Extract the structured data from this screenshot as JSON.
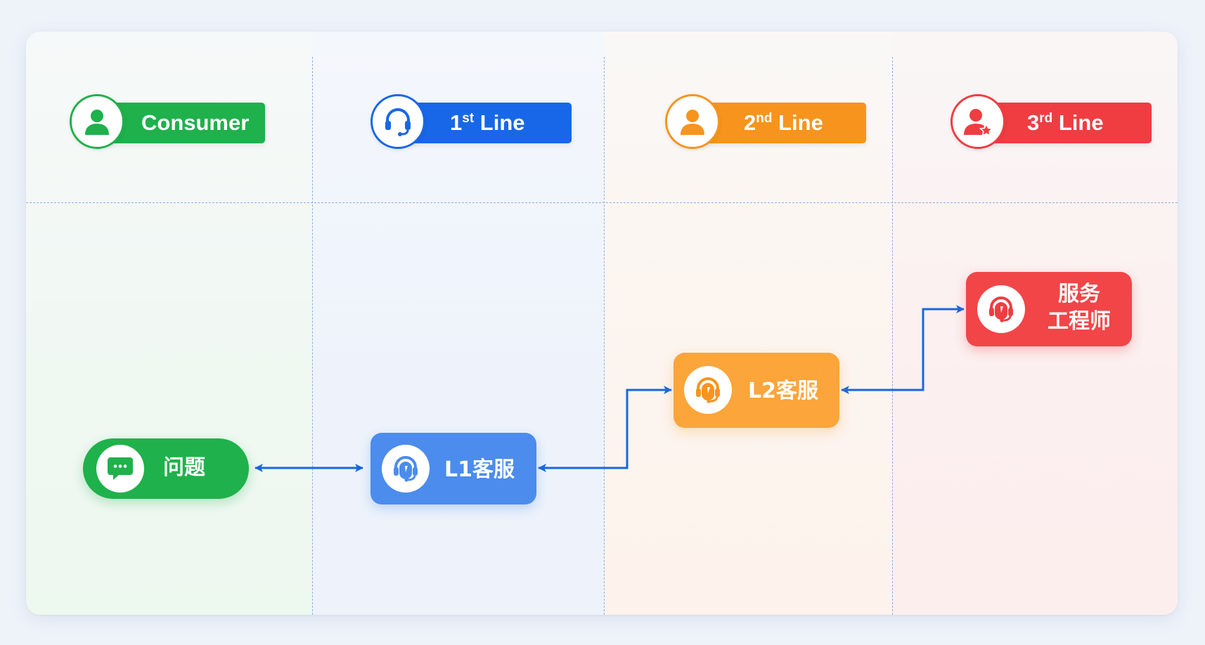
{
  "colors": {
    "consumer": "#1fb14b",
    "line1": "#1767e8",
    "line2": "#f7941d",
    "line3": "#ef3d42",
    "l1_node": "#4b8ced",
    "l2_node": "#fba53b",
    "l3_node": "#f24548",
    "connector": "#1767e0",
    "grid": "#8db2df"
  },
  "lanes": [
    {
      "id": "consumer",
      "label_main": "Consumer",
      "label_sup": "",
      "icon": "user-icon"
    },
    {
      "id": "line1",
      "label_main": "1",
      "label_sup": "st",
      "label_rest": " Line",
      "icon": "headset-icon"
    },
    {
      "id": "line2",
      "label_main": "2",
      "label_sup": "nd",
      "label_rest": " Line",
      "icon": "user-icon"
    },
    {
      "id": "line3",
      "label_main": "3",
      "label_sup": "rd",
      "label_rest": " Line",
      "icon": "user-star-icon"
    }
  ],
  "nodes": {
    "problem": {
      "label": "问题",
      "icon": "chat-bubble-icon"
    },
    "l1": {
      "label": "L1客服",
      "icon": "headset-agent-icon"
    },
    "l2": {
      "label": "L2客服",
      "icon": "headset-agent-icon"
    },
    "l3": {
      "label_line1": "服务",
      "label_line2": "工程师",
      "icon": "headset-agent-icon"
    }
  },
  "connections": [
    {
      "from": "problem",
      "to": "l1",
      "direction": "bidirectional"
    },
    {
      "from": "l1",
      "to": "l2",
      "direction": "bidirectional"
    },
    {
      "from": "l2",
      "to": "l3",
      "direction": "bidirectional"
    }
  ]
}
